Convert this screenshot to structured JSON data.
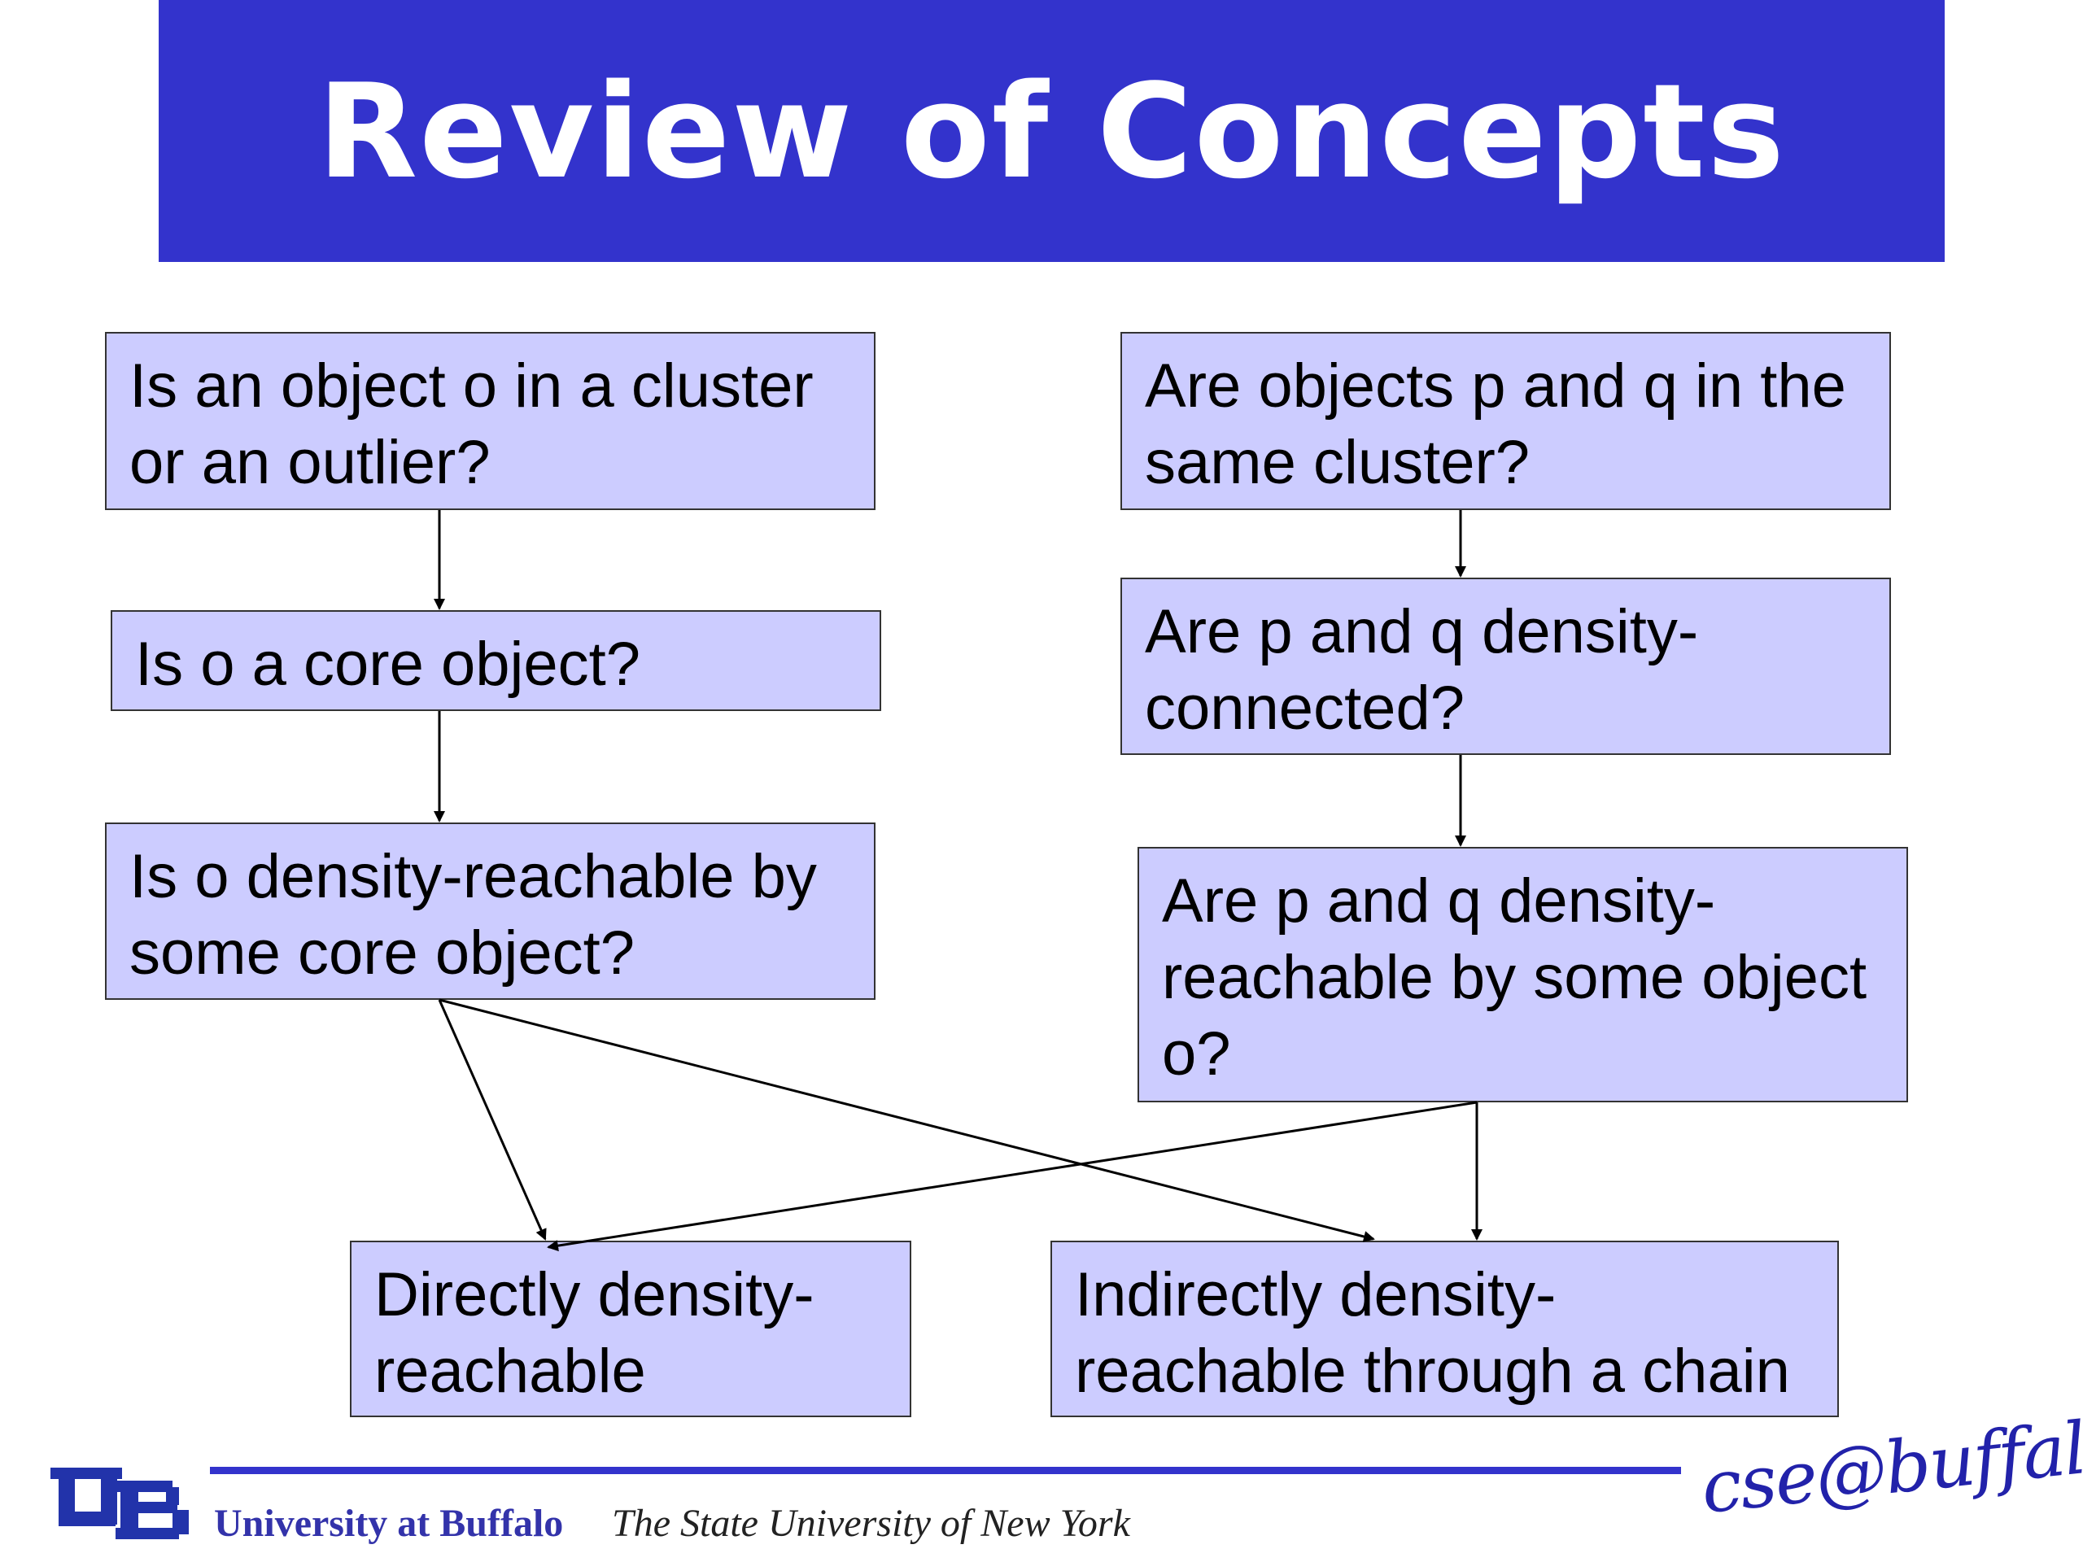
{
  "title": "Review of Concepts",
  "boxes": {
    "b1": "Is an object o in a cluster or an outlier?",
    "b2": "Is o a core object?",
    "b3": "Is o density-reachable by some core object?",
    "b4": "Are objects p and q in the same cluster?",
    "b5": "Are p and q density-connected?",
    "b6": "Are p and q density-reachable by some object o?",
    "b7": "Directly density-reachable",
    "b8": "Indirectly density-reachable through a chain"
  },
  "edges": [
    {
      "from": "b1",
      "to": "b2"
    },
    {
      "from": "b2",
      "to": "b3"
    },
    {
      "from": "b3",
      "to": "b7"
    },
    {
      "from": "b3",
      "to": "b8"
    },
    {
      "from": "b4",
      "to": "b5"
    },
    {
      "from": "b5",
      "to": "b6"
    },
    {
      "from": "b6",
      "to": "b7"
    },
    {
      "from": "b6",
      "to": "b8"
    }
  ],
  "footer": {
    "university": "University at Buffalo",
    "subtitle": "The State University of New York",
    "logo_text": "UB",
    "cse_logo": "cse@buffalo"
  },
  "colors": {
    "title_bg": "#3333cc",
    "box_fill": "#ccccff",
    "footer_line": "#3333cc"
  }
}
